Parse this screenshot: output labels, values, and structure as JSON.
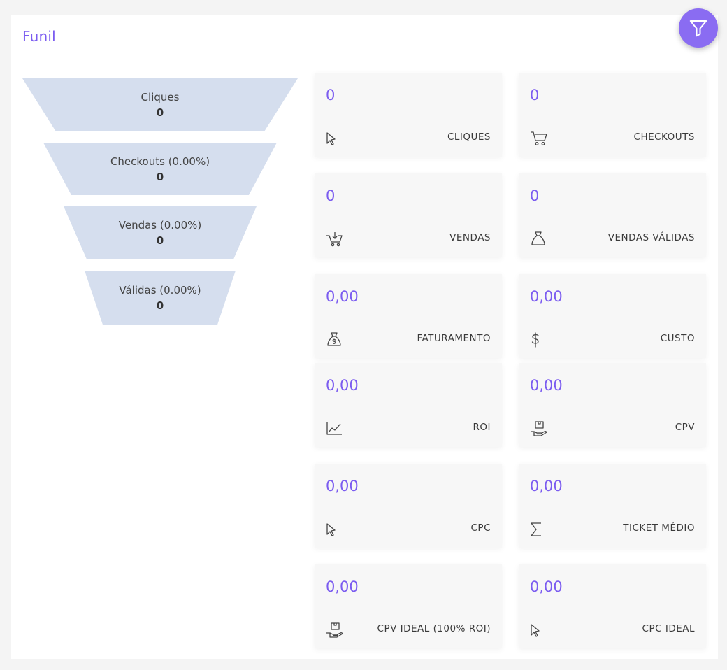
{
  "panel": {
    "title": "Funil"
  },
  "funnel": [
    {
      "label": "Cliques",
      "value": "0"
    },
    {
      "label": "Checkouts (0.00%)",
      "value": "0"
    },
    {
      "label": "Vendas (0.00%)",
      "value": "0"
    },
    {
      "label": "Válidas (0.00%)",
      "value": "0"
    }
  ],
  "cards": [
    {
      "value": "0",
      "label": "CLIQUES",
      "icon": "cursor-icon"
    },
    {
      "value": "0",
      "label": "CHECKOUTS",
      "icon": "cart-icon"
    },
    {
      "value": "0",
      "label": "VENDAS",
      "icon": "cart-download-icon"
    },
    {
      "value": "0",
      "label": "VENDAS VÁLIDAS",
      "icon": "bag-icon"
    },
    {
      "value": "0,00",
      "label": "FATURAMENTO",
      "icon": "money-bag-icon"
    },
    {
      "value": "0,00",
      "label": "CUSTO",
      "icon": "dollar-icon"
    },
    {
      "value": "0,00",
      "label": "ROI",
      "icon": "line-chart-icon"
    },
    {
      "value": "0,00",
      "label": "CPV",
      "icon": "hand-box-icon"
    },
    {
      "value": "0,00",
      "label": "CPC",
      "icon": "cursor-icon"
    },
    {
      "value": "0,00",
      "label": "TICKET MÉDIO",
      "icon": "sigma-icon"
    },
    {
      "value": "0,00",
      "label": "CPV IDEAL (100% ROI)",
      "icon": "hand-box-icon"
    },
    {
      "value": "0,00",
      "label": "CPC IDEAL",
      "icon": "cursor-icon"
    }
  ],
  "colors": {
    "accent": "#7b5cf0",
    "funnel": "#d5deee",
    "fab": "#8a6cf2"
  }
}
